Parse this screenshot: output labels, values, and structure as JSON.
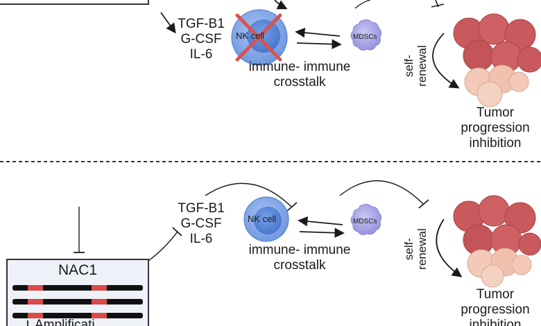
{
  "top_panel": {
    "cytokines": [
      "TGF-B1",
      "G-CSF",
      "IL-6"
    ],
    "nk_label": "NK cell",
    "mdsc_label": "MDSCs",
    "crosstalk_lines": [
      "immune- immune",
      "crosstalk"
    ],
    "self_renewal_lines": [
      "self-",
      "renewal"
    ],
    "tumor_lines": [
      "Tumor",
      "progression",
      "inhibition"
    ]
  },
  "bottom_panel": {
    "cytokines": [
      "TGF-B1",
      "G-CSF",
      "IL-6"
    ],
    "nk_label": "NK cell",
    "mdsc_label": "MDSCs",
    "crosstalk_lines": [
      "immune- immune",
      "crosstalk"
    ],
    "self_renewal_lines": [
      "self-",
      "renewal"
    ],
    "tumor_lines": [
      "Tumor",
      "progression",
      "inhibition"
    ],
    "gene_box_title": "NAC1",
    "gene_box_caption": "Amplificati"
  },
  "colors": {
    "nk_cell": "#7fa6e8",
    "nk_nucleus": "#4d7fd6",
    "mdsc": "#a8a4e6",
    "tumor_dark": "#c8595c",
    "tumor_light": "#f2c6b4",
    "cross_mark": "#d9534f",
    "chromosome_band": "#d94a4a"
  }
}
